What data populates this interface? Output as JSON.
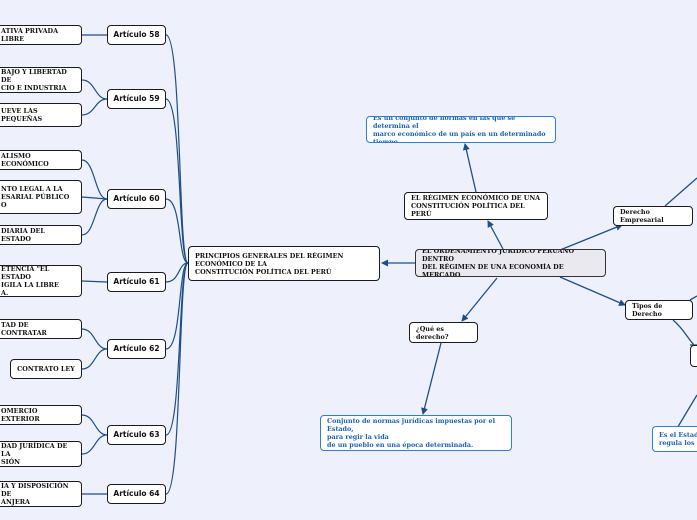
{
  "central": "EL ORDENAMIENTO JURÍDICO PERUANO DENTRO\nDEL RÉGIMEN DE UNA ECONOMÍA DE MERCADO",
  "regimen": "EL RÉGIMEN ECONÓMICO DE UNA\nCONSTITUCIÓN POLÍTICA DEL PERÚ",
  "regimen_def": "Es un conjunto de normas en las que se determina el\nmarco económico de un país en un determinado tiempo.",
  "que_es": "¿Qué es derecho?",
  "que_es_def": "Conjunto de normas jurídicas impuestas por el Estado,\npara regir la vida\nde un pueblo en una época determinada.",
  "derecho_empresarial": "Derecho Empresarial",
  "tipos_derecho": "Tipos de Derecho",
  "estado_text": "Es el Estado\nregula los in",
  "principios": "PRINCIPIOS GENERALES DEL RÉGIMEN\nECONÓMICO DE LA\nCONSTITUCIÓN POLÍTICA DEL PERÚ",
  "articulos": [
    {
      "label": "Artículo 58"
    },
    {
      "label": "Artículo 59"
    },
    {
      "label": "Artículo 60"
    },
    {
      "label": "Artículo 61"
    },
    {
      "label": "Artículo 62"
    },
    {
      "label": "Artículo 63"
    },
    {
      "label": "Artículo 64"
    }
  ],
  "leaves": [
    "ATIVA PRIVADA LIBRE",
    "BAJO Y LIBERTAD DE\nCIO E INDUSTRIA",
    "UEVE LAS PEQUEÑAS",
    "ALISMO ECONÓMICO",
    "NTO LEGAL A LA\nESARIAL PÚBLICO O",
    "DIARIA DEL ESTADO",
    "ETENCIA \"EL ESTADO\nIGILA LA LIBRE\nA.",
    "TAD DE CONTRATAR",
    "CONTRATO LEY",
    "OMERCIO EXTERIOR",
    "DAD JURÍDICA DE LA\nSIÓN",
    "IA Y DISPOSICIÓN DE\nANJERA"
  ]
}
